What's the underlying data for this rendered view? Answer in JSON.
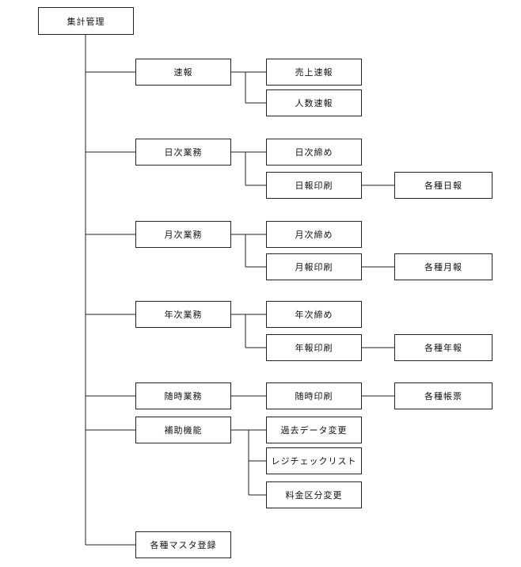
{
  "root": "集計管理",
  "categories": [
    {
      "label": "速報",
      "children": [
        {
          "label": "売上速報"
        },
        {
          "label": "人数速報"
        }
      ]
    },
    {
      "label": "日次業務",
      "children": [
        {
          "label": "日次締め"
        },
        {
          "label": "日報印刷",
          "next": "各種日報"
        }
      ]
    },
    {
      "label": "月次業務",
      "children": [
        {
          "label": "月次締め"
        },
        {
          "label": "月報印刷",
          "next": "各種月報"
        }
      ]
    },
    {
      "label": "年次業務",
      "children": [
        {
          "label": "年次締め"
        },
        {
          "label": "年報印刷",
          "next": "各種年報"
        }
      ]
    },
    {
      "label": "随時業務",
      "children": [
        {
          "label": "随時印刷",
          "next": "各種帳票"
        }
      ]
    },
    {
      "label": "補助機能",
      "children": [
        {
          "label": "過去データ変更"
        },
        {
          "label": "レジチェックリスト"
        },
        {
          "label": "料金区分変更"
        }
      ]
    },
    {
      "label": "各種マスタ登録",
      "children": []
    }
  ]
}
